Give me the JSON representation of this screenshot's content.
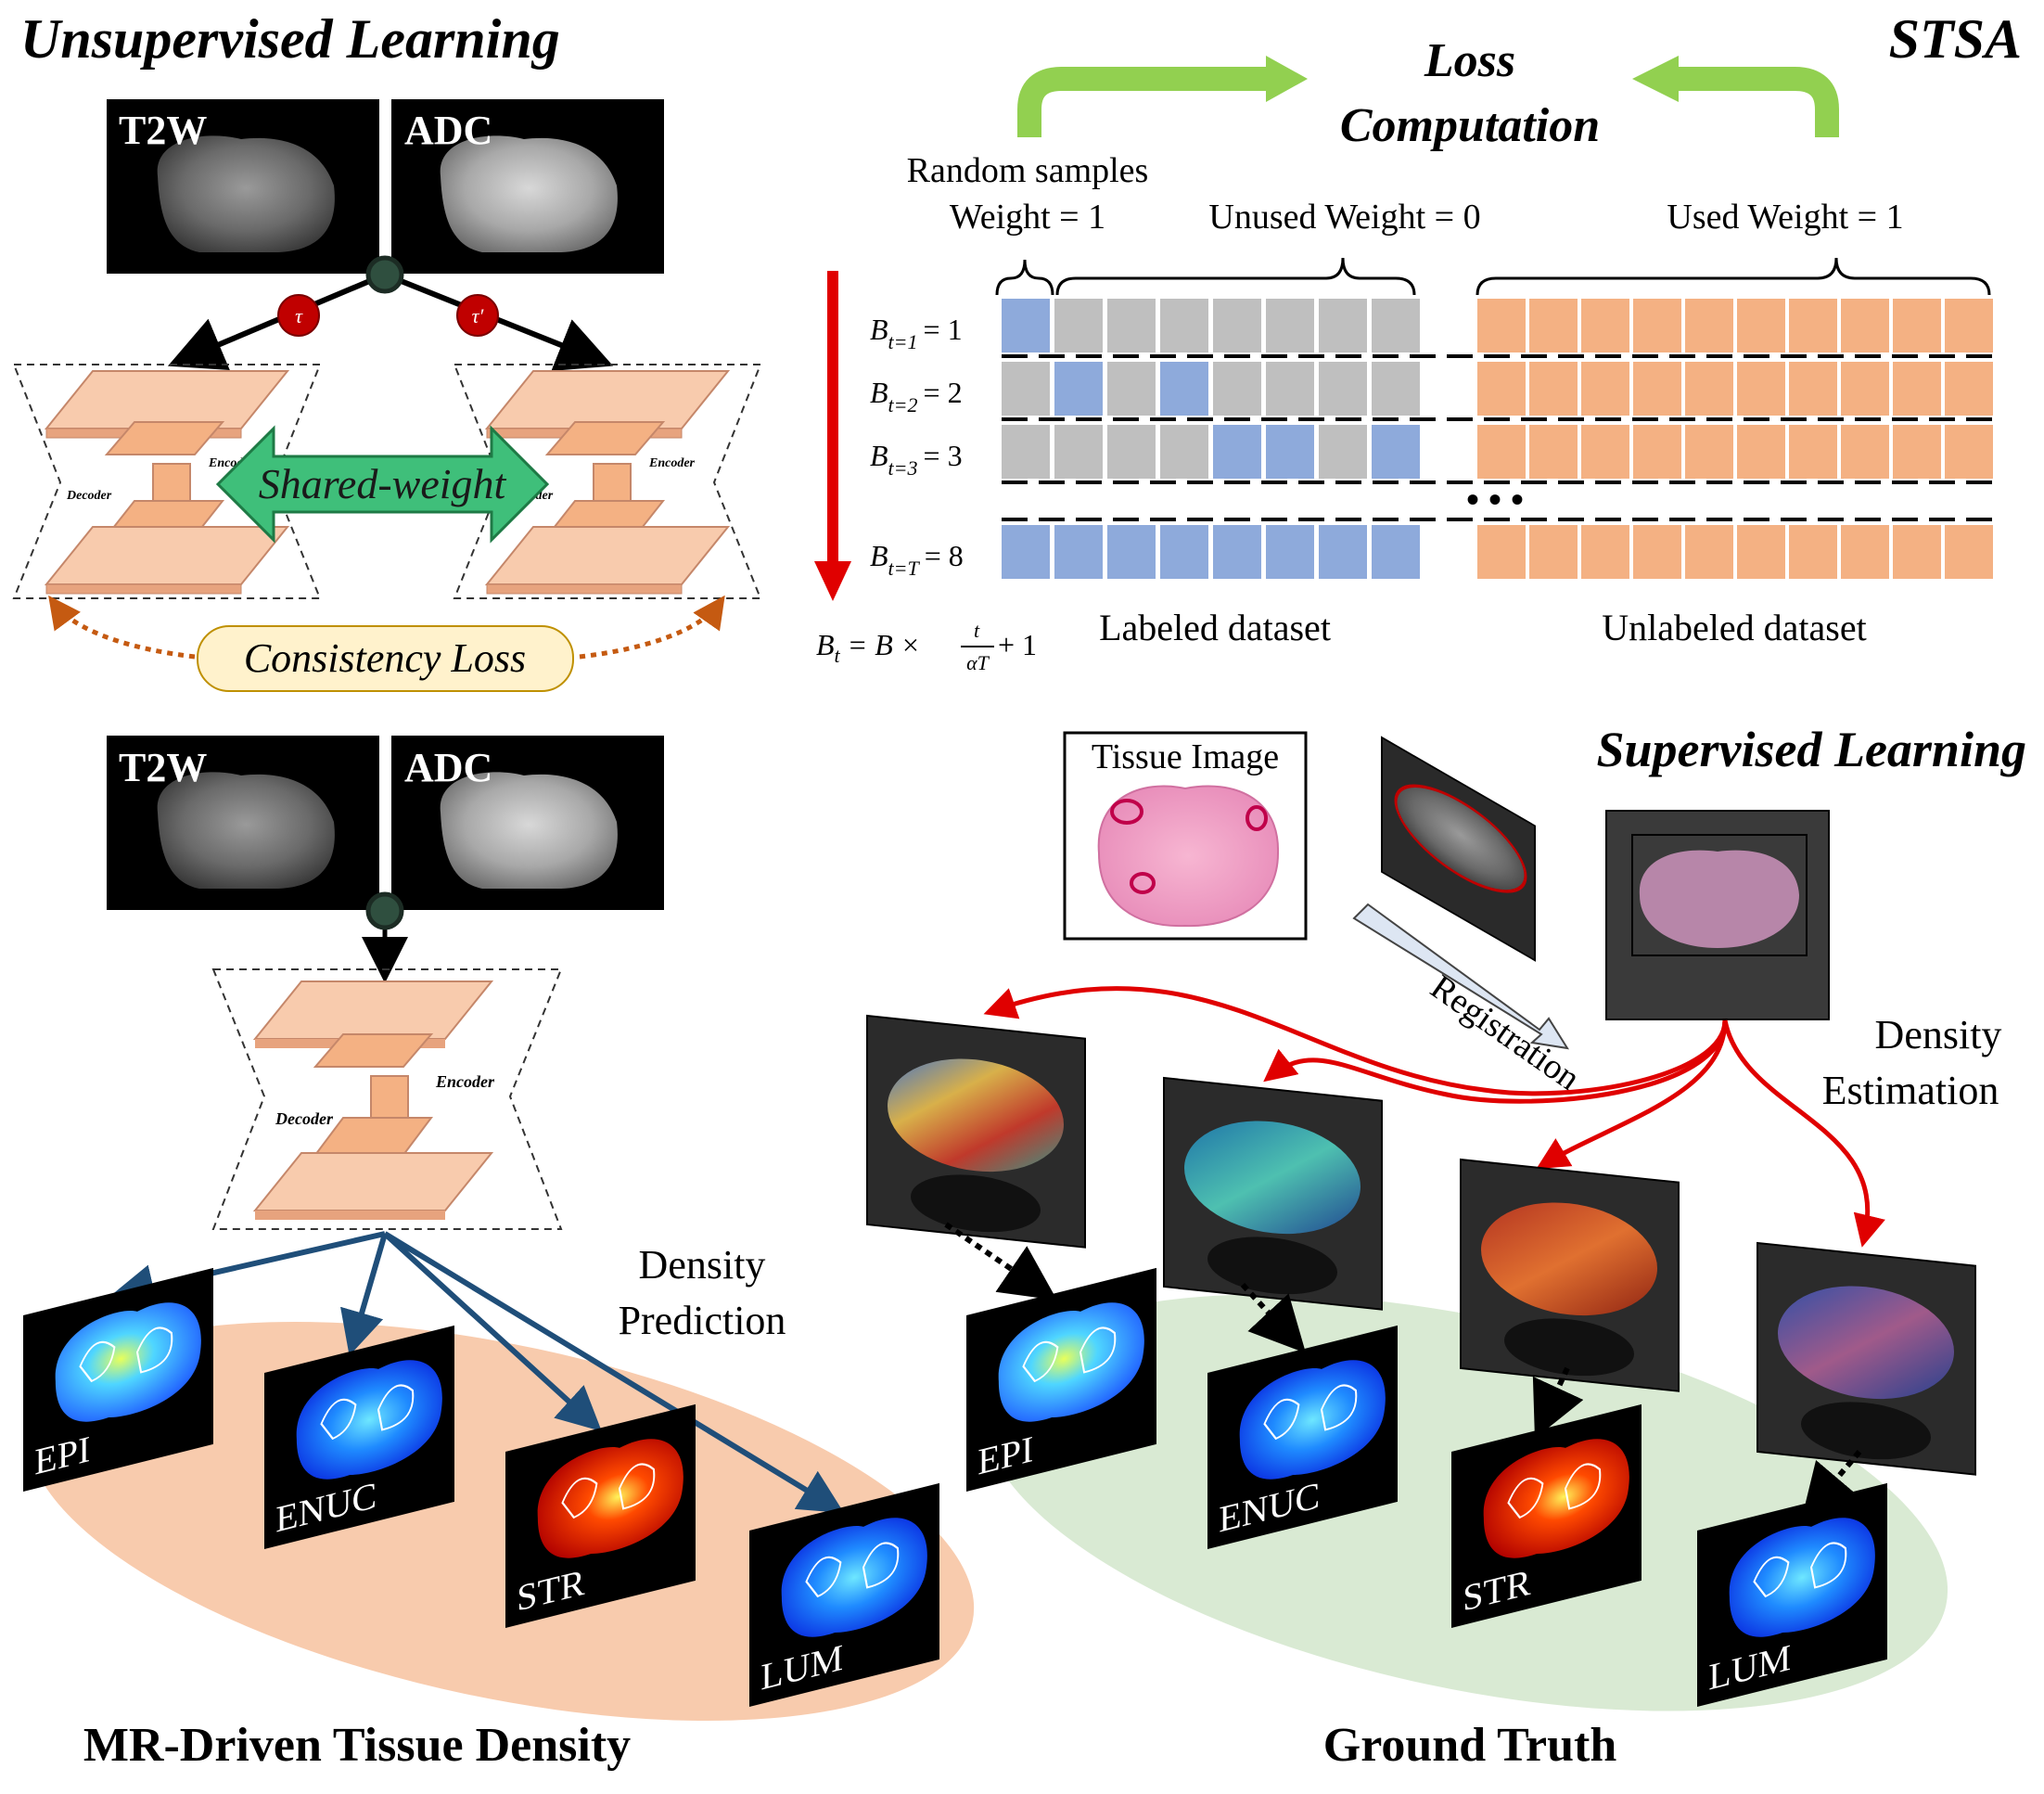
{
  "unsupervised": {
    "title": "Unsupervised Learning",
    "input_top": {
      "left_label": "T2W",
      "right_label": "ADC"
    },
    "aug_left": "τ",
    "aug_right": "τ′",
    "enc_label": "Encoder",
    "dec_label": "Decoder",
    "shared_weight": "Shared-weight",
    "consistency_loss": "Consistency Loss"
  },
  "stsa": {
    "title": "STSA",
    "loss_line1": "Loss",
    "loss_line2": "Computation",
    "random_line1": "Random samples",
    "random_line2": "Weight = 1",
    "unused": "Unused Weight = 0",
    "used": "Used Weight = 1",
    "rows": [
      {
        "sub": "t=1",
        "value": "= 1"
      },
      {
        "sub": "t=2",
        "value": "= 2"
      },
      {
        "sub": "t=3",
        "value": "= 3"
      },
      {
        "sub": "t=T",
        "value": "= 8"
      }
    ],
    "row_letter": "B",
    "ellipsis": "• • •",
    "labeled": "Labeled dataset",
    "unlabeled": "Unlabeled dataset",
    "formula": {
      "lhs": "B",
      "lhs_sub": "t",
      "mid": " = B × ",
      "num": "t",
      "den": "αT",
      "tail": " + 1"
    },
    "colors": {
      "labeled_blue": "#8eaadb",
      "unused_gray": "#bfbfbf",
      "unlabeled_orange": "#f4b183",
      "arrow_red": "#e00000",
      "arrow_green": "#92d050"
    }
  },
  "lower_left": {
    "input": {
      "left_label": "T2W",
      "right_label": "ADC"
    },
    "enc_label": "Encoder",
    "dec_label": "Decoder",
    "density_line1": "Density",
    "density_line2": "Prediction",
    "maps": [
      "EPI",
      "ENUC",
      "STR",
      "LUM"
    ],
    "caption": "MR-Driven Tissue Density"
  },
  "supervised": {
    "title": "Supervised Learning",
    "tissue_image": "Tissue Image",
    "registration": "Registration",
    "density_line1": "Density",
    "density_line2": "Estimation",
    "maps": [
      "EPI",
      "ENUC",
      "STR",
      "LUM"
    ],
    "caption": "Ground Truth"
  }
}
